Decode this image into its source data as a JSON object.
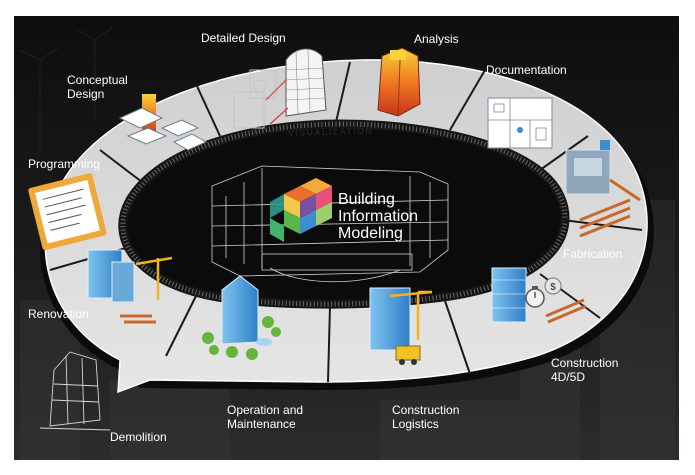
{
  "center": {
    "title_lines": [
      "Building",
      "Information",
      "Modeling"
    ],
    "ring_label": "VISUALIZATION"
  },
  "stages": [
    {
      "name": "Programming"
    },
    {
      "name": "Conceptual Design",
      "lines": [
        "Conceptual",
        "Design"
      ]
    },
    {
      "name": "Detailed Design"
    },
    {
      "name": "Analysis"
    },
    {
      "name": "Documentation"
    },
    {
      "name": "Fabrication"
    },
    {
      "name": "Construction 4D/5D",
      "lines": [
        "Construction",
        "4D/5D"
      ]
    },
    {
      "name": "Construction Logistics",
      "lines": [
        "Construction",
        "Logistics"
      ]
    },
    {
      "name": "Operation and Maintenance",
      "lines": [
        "Operation and",
        "Maintenance"
      ]
    },
    {
      "name": "Renovation"
    },
    {
      "name": "Demolition"
    }
  ],
  "colors": {
    "ring": "#d9d9d9",
    "ring_edge": "#ffffff",
    "ring_shadow": "#0b0b0b",
    "background": "#141414",
    "cube": [
      "#e8702a",
      "#f4a93b",
      "#7a4ea0",
      "#3b8fd1",
      "#5ab54b",
      "#e84f7a"
    ]
  },
  "icons": [
    "document-checklist-icon",
    "building-model-icon",
    "crane-icon",
    "tree-icon",
    "stopwatch-icon",
    "money-icon",
    "cube-logo-icon"
  ]
}
